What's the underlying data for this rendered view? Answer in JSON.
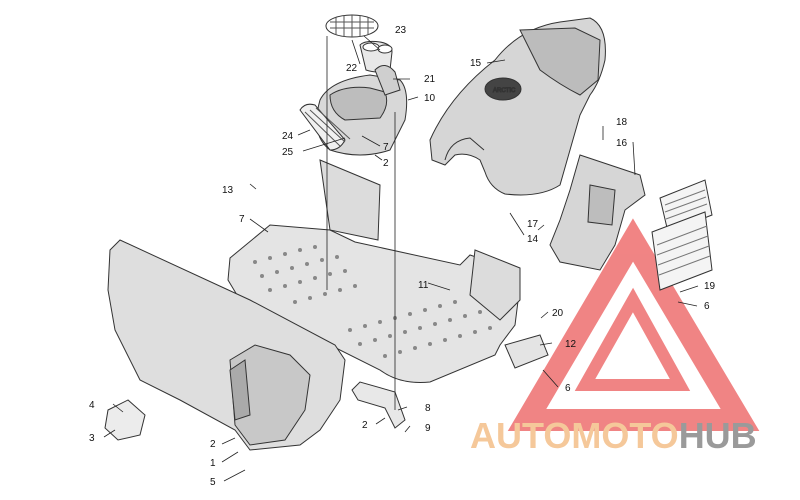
{
  "callouts": [
    "1",
    "2",
    "3",
    "4",
    "5",
    "6",
    "7",
    "8",
    "9",
    "10",
    "11",
    "12",
    "13",
    "14",
    "15",
    "16",
    "17",
    "18",
    "19",
    "20",
    "21",
    "22",
    "23",
    "24",
    "25"
  ],
  "watermark": {
    "word_a": "AUTO",
    "word_b": "MOTO",
    "word_c": "HUB",
    "color_a": "#f5c89a",
    "color_b": "#f5c89a",
    "color_c": "#9a9a9a",
    "triangle_color": "#ee6f6f"
  }
}
